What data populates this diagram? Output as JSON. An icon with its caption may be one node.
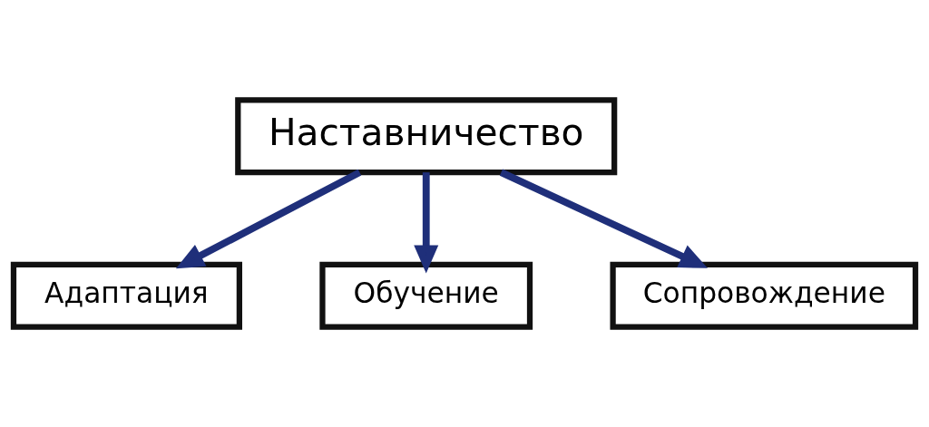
{
  "diagram": {
    "nodes": [
      {
        "text": [
          "Наставничество"
        ]
      },
      {
        "text": [
          "Адаптация"
        ]
      },
      {
        "text": [
          "Обучение"
        ]
      },
      {
        "text": [
          "Сопровождение"
        ]
      }
    ],
    "edges": [
      {
        "from": 0,
        "to": 1,
        "arrow": "to"
      },
      {
        "from": 0,
        "to": 2,
        "arrow": "to"
      },
      {
        "from": 0,
        "to": 3,
        "arrow": "to"
      }
    ]
  }
}
